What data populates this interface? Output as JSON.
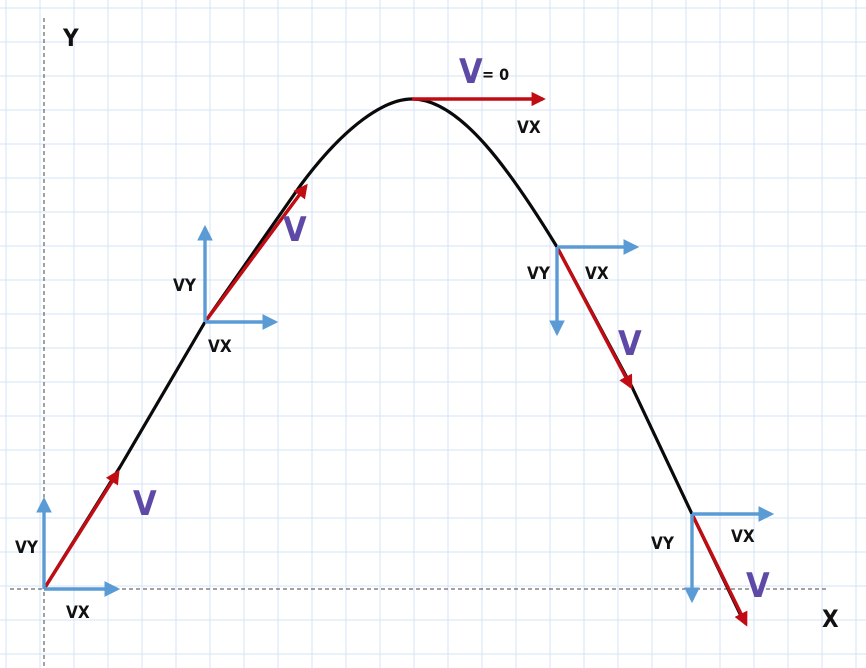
{
  "axes": {
    "y_label": "Y",
    "x_label": "X"
  },
  "labels": {
    "velocity": "V",
    "vx": "VX",
    "vy": "VY",
    "apex_equals": "= 0"
  },
  "colors": {
    "grid": "#d6e3f5",
    "trajectory": "#0a0a0a",
    "velocity_vector": "#c00c12",
    "component_vector": "#5b9bd5",
    "velocity_label": "#5e4aa6",
    "axis_dashed": "#444444"
  }
}
